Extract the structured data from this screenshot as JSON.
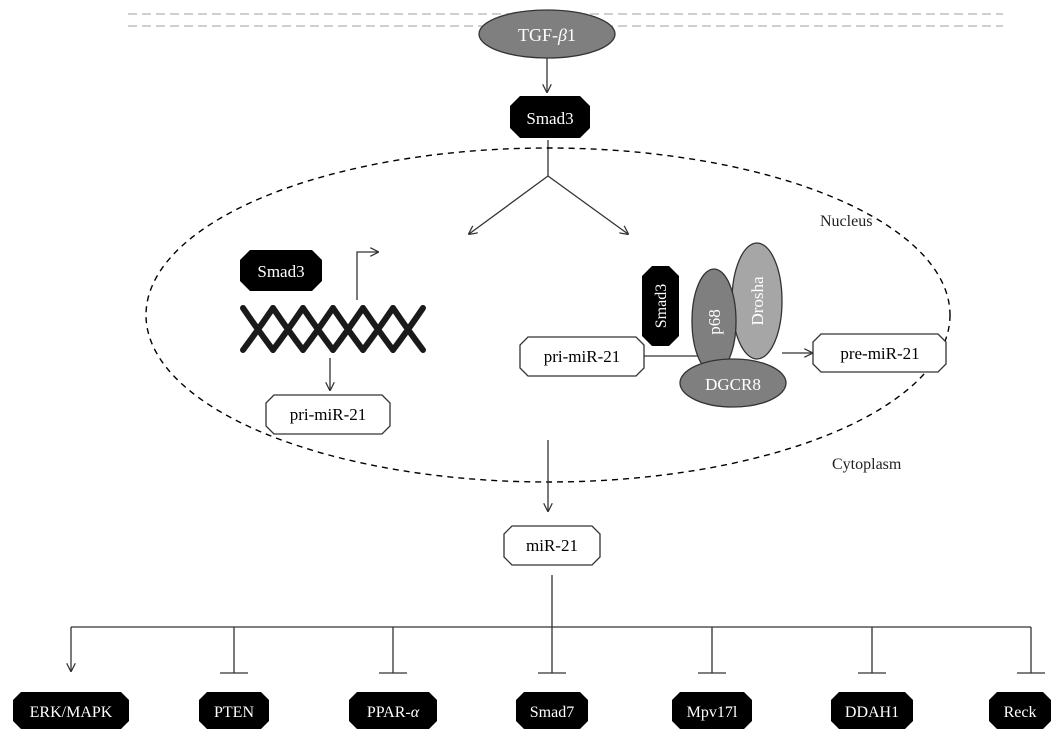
{
  "ligand": {
    "label": "TGF-β1",
    "prefix": "TGF-",
    "symbol": "β",
    "suffix": "1"
  },
  "smad3_top": "Smad3",
  "compartments": {
    "nucleus": "Nucleus",
    "cytoplasm": "Cytoplasm"
  },
  "left_branch": {
    "smad3": "Smad3",
    "product": "pri-miR-21"
  },
  "right_branch": {
    "smad3": "Smad3",
    "substrate": "pri-miR-21",
    "p68": "p68",
    "drosha": "Drosha",
    "dgcr8": "DGCR8",
    "product": "pre-miR-21"
  },
  "mirna": "miR-21",
  "targets": [
    {
      "label": "ERK/MAPK",
      "effect": "activation"
    },
    {
      "label": "PTEN",
      "effect": "inhibition"
    },
    {
      "label": "PPAR-α",
      "prefix": "PPAR-",
      "symbol": "α",
      "effect": "inhibition"
    },
    {
      "label": "Smad7",
      "effect": "inhibition"
    },
    {
      "label": "Mpv17l",
      "effect": "inhibition"
    },
    {
      "label": "DDAH1",
      "effect": "inhibition"
    },
    {
      "label": "Reck",
      "effect": "inhibition"
    }
  ],
  "colors": {
    "black_node": "#000000",
    "gray_ellipse": "#7f7f7f",
    "drosha_fill": "#a6a6a6",
    "membrane": "#bfbfbf",
    "line": "#333333"
  }
}
